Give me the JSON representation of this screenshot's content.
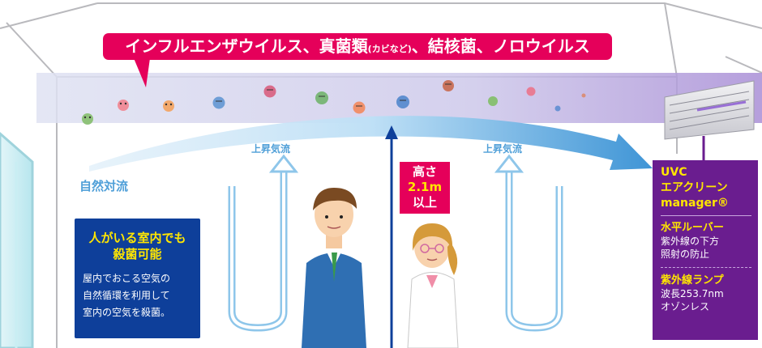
{
  "banner": {
    "main_text": "インフルエンザウイルス、真菌類",
    "small_text": "(カビなど)",
    "tail_text": "、結核菌、ノロウイルス"
  },
  "labels": {
    "natural_convection": "自然対流",
    "updraft_left": "上昇気流",
    "updraft_right": "上昇気流"
  },
  "height_badge": {
    "line1": "高さ",
    "line2": "2.1m",
    "line3": "以上"
  },
  "info_box": {
    "title_line1": "人がいる室内でも",
    "title_line2": "殺菌可能",
    "body_line1": "屋内でおこる空気の",
    "body_line2": "自然循環を利用して",
    "body_line3": "室内の空気を殺菌。"
  },
  "product_box": {
    "name_line1": "UVC",
    "name_line2": "エアクリーン",
    "name_line3": "manager®",
    "feature1_title": "水平ルーバー",
    "feature1_body1": "紫外線の下方",
    "feature1_body2": "照射の防止",
    "feature2_title": "紫外線ランプ",
    "feature2_body1": "波長253.7nm",
    "feature2_body2": "オゾンレス"
  },
  "colors": {
    "banner": "#e5005a",
    "info_box": "#0e3f9a",
    "product_box": "#6a1d8f",
    "airflow": "#4f9fd8",
    "highlight_text": "#ffe600"
  }
}
